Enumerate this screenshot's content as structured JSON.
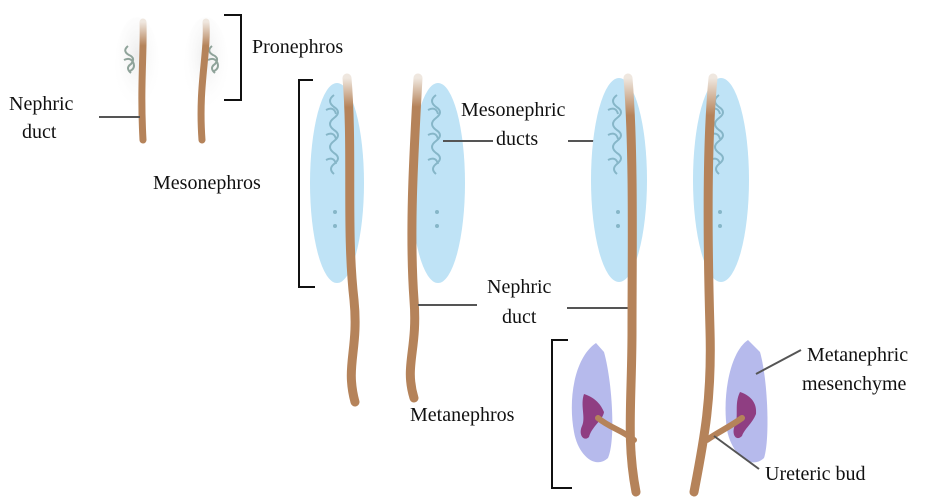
{
  "labels": {
    "pronephros": "Pronephros",
    "nephric_duct_left_line1": "Nephric",
    "nephric_duct_left_line2": "duct",
    "mesonephros": "Mesonephros",
    "mesonephric_ducts_line1": "Mesonephric",
    "mesonephric_ducts_line2": "ducts",
    "nephric_duct_center_line1": "Nephric",
    "nephric_duct_center_line2": "duct",
    "metanephros": "Metanephros",
    "metanephric_mesenchyme_line1": "Metanephric",
    "metanephric_mesenchyme_line2": "mesenchyme",
    "ureteric_bud": "Ureteric bud"
  },
  "colors": {
    "duct": "#b5835a",
    "duct_tip": "#ece3da",
    "mesonephros_fill": "#bfe3f6",
    "tubules": "#86b6c8",
    "pronephros_tubules": "#8fa39a",
    "pronephros_halo": "#e6e6e6",
    "mesenchyme_fill": "#aeb2ea",
    "ureteric_bud_fill": "#8f3e82",
    "line": "#555555",
    "bracket": "#111111",
    "text": "#111111"
  }
}
